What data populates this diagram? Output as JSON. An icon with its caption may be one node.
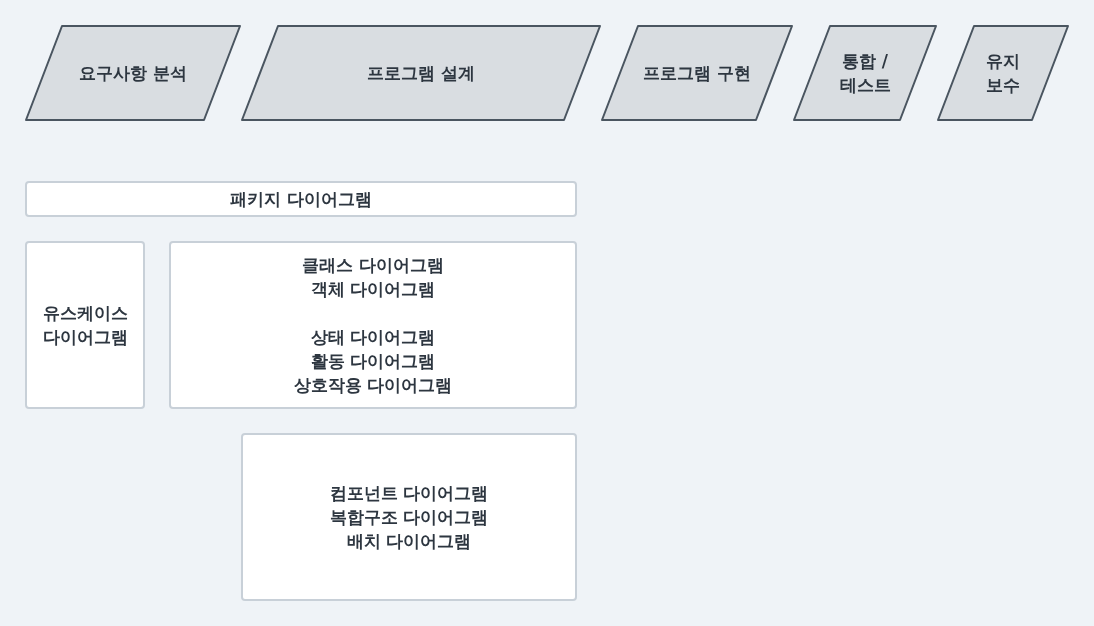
{
  "diagram": {
    "nodes": [
      {
        "text": [
          "요구사항 분석"
        ]
      },
      {
        "text": [
          "프로그램 설계"
        ]
      },
      {
        "text": [
          "프로그램 구현"
        ]
      },
      {
        "text": [
          "통합 / 테스트"
        ]
      },
      {
        "text": [
          "유지 보수"
        ]
      },
      {
        "text": [
          "패키지 다이어그램"
        ]
      },
      {
        "text": [
          "유스케이스 다이어그램"
        ]
      },
      {
        "text": [
          "클래스 다이어그램",
          "객체 다이어그램",
          "상태 다이어그램",
          "활동 다이어그램",
          "상호작용 다이어그램"
        ]
      },
      {
        "text": [
          "컴포넌트 다이어그램",
          "복합구조 다이어그램",
          "배치 다이어그램"
        ]
      }
    ]
  }
}
